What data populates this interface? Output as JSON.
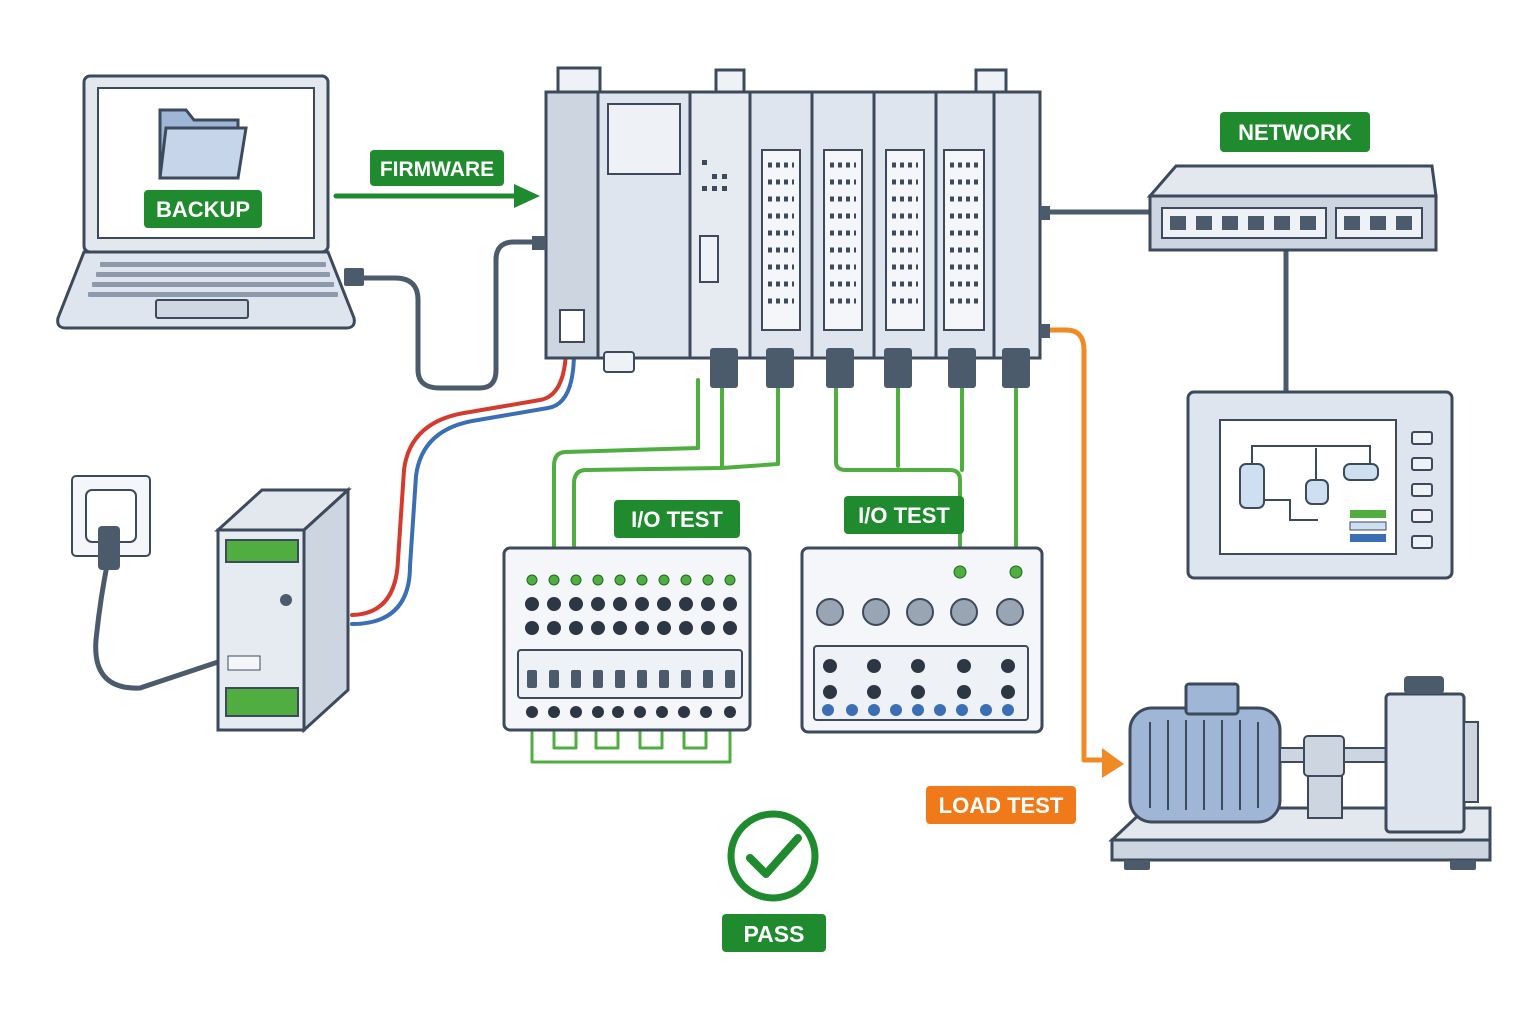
{
  "labels": {
    "backup": "BACKUP",
    "firmware": "FIRMWARE",
    "network": "NETWORK",
    "io_test_1": "I/O TEST",
    "io_test_2": "I/O TEST",
    "load_test": "LOAD TEST",
    "pass": "PASS"
  },
  "colors": {
    "label_green": "#1f8a2e",
    "label_orange": "#f07a1a",
    "wire_green": "#4fae3f",
    "wire_orange": "#f08a25",
    "wire_red": "#d23b2e",
    "wire_blue": "#3b6fb5",
    "cable_gray": "#4c5b6c",
    "outline": "#3d4a5c",
    "device_fill": "#dfe5ee",
    "device_light": "#eef2f7",
    "screen_blue": "#cfdff2"
  },
  "icons": {
    "pass": "checkmark-circle-icon",
    "backup": "folder-icon"
  }
}
